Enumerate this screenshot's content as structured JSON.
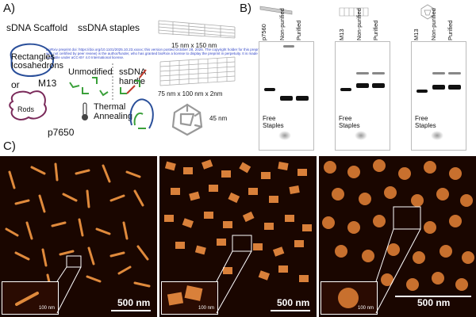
{
  "panelA": {
    "letter": "A)",
    "scaffold_title": "sDNA Scaffold",
    "staples_title": "ssDNA staples",
    "rectangles": "Rectangles",
    "icosahedrons": "Icosahedrons",
    "or": "or",
    "m13": "M13",
    "rods": "Rods",
    "p7650": "p7650",
    "unmodified": "Unmodified",
    "ssdna": "ssDNA",
    "handle": "handle",
    "thermal": "Thermal",
    "annealing": "Annealing",
    "dim_rod": "15 nm x 150 nm",
    "dim_rect": "75 nm x 100 nm  x 2nm",
    "dim_ico": "45 nm",
    "preprint_line1": "bioRxiv preprint doi: https://doi.org/10.1101/2025.10.23.xxxxx; this version posted October 28, 2025. The copyright holder for this preprint (which",
    "preprint_line2": "was not certified by peer review) is the author/funder, who has granted bioRxiv a license to display the preprint in perpetuity. It is made",
    "preprint_line3": "available under aCC-BY 4.0 International license."
  },
  "panelB": {
    "letter": "B)",
    "gels": [
      {
        "lanes": [
          "p7560",
          "Non-purified",
          "Purified"
        ],
        "free": "Free",
        "staples": "Staples"
      },
      {
        "lanes": [
          "M13",
          "Non-purified",
          "Purified"
        ],
        "free": "Free",
        "staples": "Staples"
      },
      {
        "lanes": [
          "M13",
          "Non-purified",
          "Purified"
        ],
        "free": "Free",
        "staples": "Staples"
      }
    ]
  },
  "panelC": {
    "letter": "C)",
    "images": [
      {
        "scale": "500 nm",
        "inset_scale": "100 nm"
      },
      {
        "scale": "500 nm",
        "inset_scale": "100 nm"
      },
      {
        "scale": "500 nm",
        "inset_scale": "100 nm"
      }
    ]
  },
  "colors": {
    "scaffold": "#2a4f9a",
    "rods": "#7a2a5a",
    "staples": "#3aa03a",
    "handle": "#c0392b",
    "afm_particle": "#e08a3c",
    "afm_bg": "#1a0600"
  }
}
